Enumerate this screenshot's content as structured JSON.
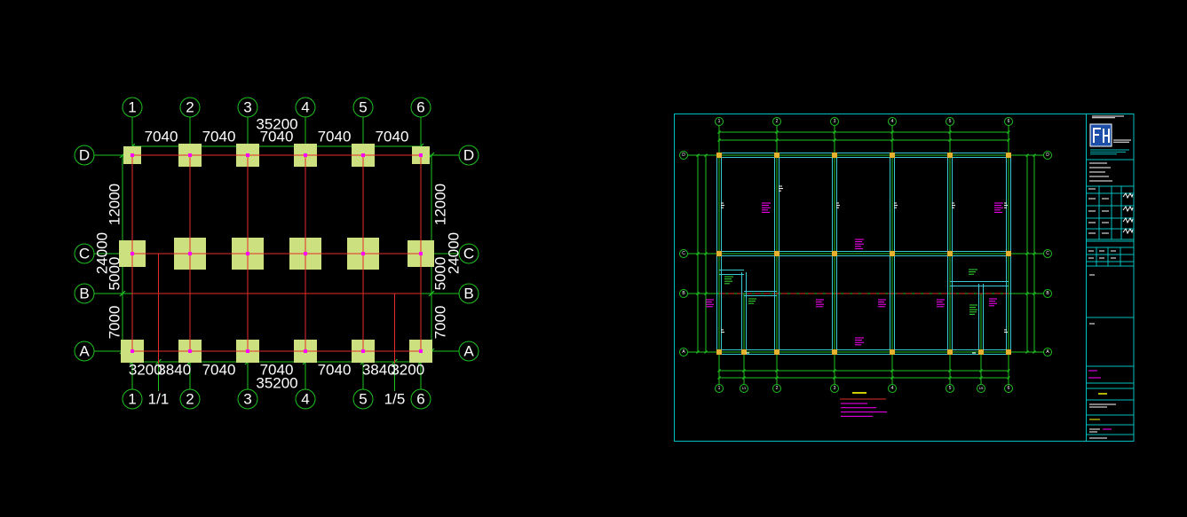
{
  "colors": {
    "background": "#000000",
    "axis_line": "#1fc21f",
    "beam_line": "#e52b2b",
    "footing_fill": "#cde07f",
    "column_marker": "#ff00ff",
    "text": "#ffffff",
    "sheet_border": "#00c0c0",
    "sheet_beam": "#38c8d0",
    "sheet_column": "#e8b030",
    "annotation_magenta": "#ff00ff",
    "annotation_green": "#33dd33",
    "annotation_yellow": "#ffff00",
    "annotation_red": "#e03030",
    "logo_fill": "#1e4fa8"
  },
  "foundation_plan": {
    "column_axes_top": [
      "1",
      "2",
      "3",
      "4",
      "5",
      "6"
    ],
    "column_axes_bottom": [
      "1",
      "1/1",
      "2",
      "3",
      "4",
      "5",
      "1/5",
      "6"
    ],
    "row_axes": [
      "D",
      "C",
      "B",
      "A"
    ],
    "top_dimensions": {
      "total": "35200",
      "spans": [
        "7040",
        "7040",
        "7040",
        "7040",
        "7040"
      ]
    },
    "bottom_dimensions": {
      "total": "35200",
      "spans": [
        "3200",
        "3840",
        "7040",
        "7040",
        "7040",
        "3840",
        "3200"
      ]
    },
    "left_dimensions": {
      "total": "24000",
      "spans": [
        "12000",
        "5000",
        "7000"
      ]
    },
    "right_dimensions": {
      "total": "24000",
      "spans": [
        "12000",
        "5000",
        "7000"
      ]
    }
  },
  "structural_sheet": {
    "column_axes_top": [
      "1",
      "2",
      "3",
      "4",
      "5",
      "6"
    ],
    "column_axes_bottom": [
      "1",
      "1/1",
      "2",
      "3",
      "4",
      "5",
      "1/5",
      "6"
    ],
    "row_axes": [
      "D",
      "C",
      "B",
      "A"
    ]
  }
}
